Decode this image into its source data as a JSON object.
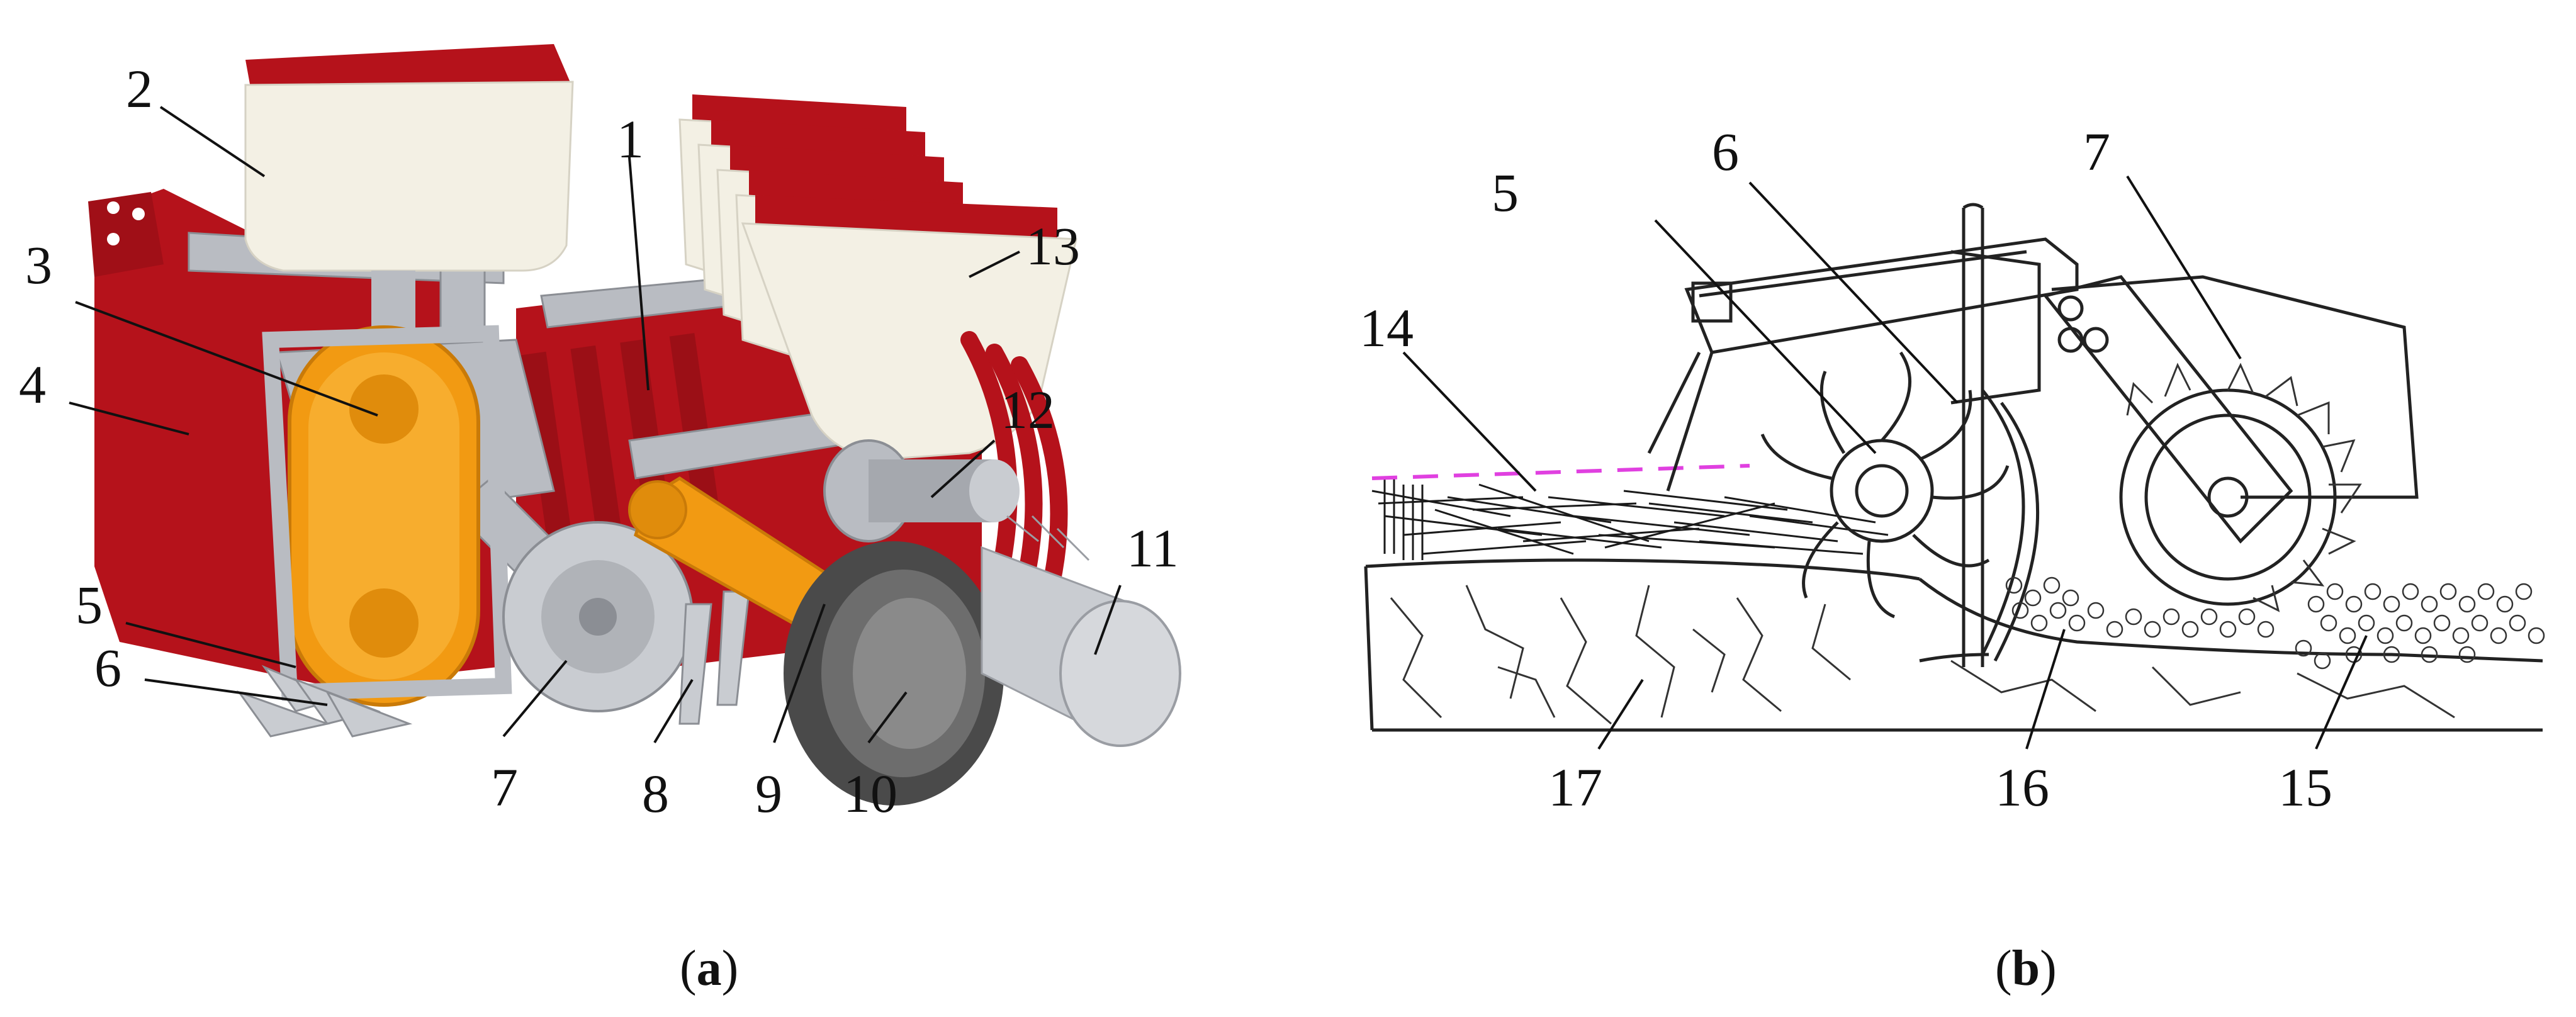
{
  "panels": {
    "a": {
      "caption_open": "(",
      "caption_letter": "a",
      "caption_close": ")",
      "labels": [
        "1",
        "2",
        "3",
        "4",
        "5",
        "6",
        "7",
        "8",
        "9",
        "10",
        "11",
        "12",
        "13"
      ]
    },
    "b": {
      "caption_open": "(",
      "caption_letter": "b",
      "caption_close": ")",
      "labels": [
        "5",
        "6",
        "7",
        "14",
        "15",
        "16",
        "17"
      ]
    }
  },
  "colors": {
    "frame_red": "#b5121b",
    "hopper_white": "#f3f0e4",
    "steel_grey": "#b9bcc2",
    "belt_orange": "#f29a12",
    "wheel_dark": "#4a4a4a",
    "straw_line": "#e040e0"
  }
}
